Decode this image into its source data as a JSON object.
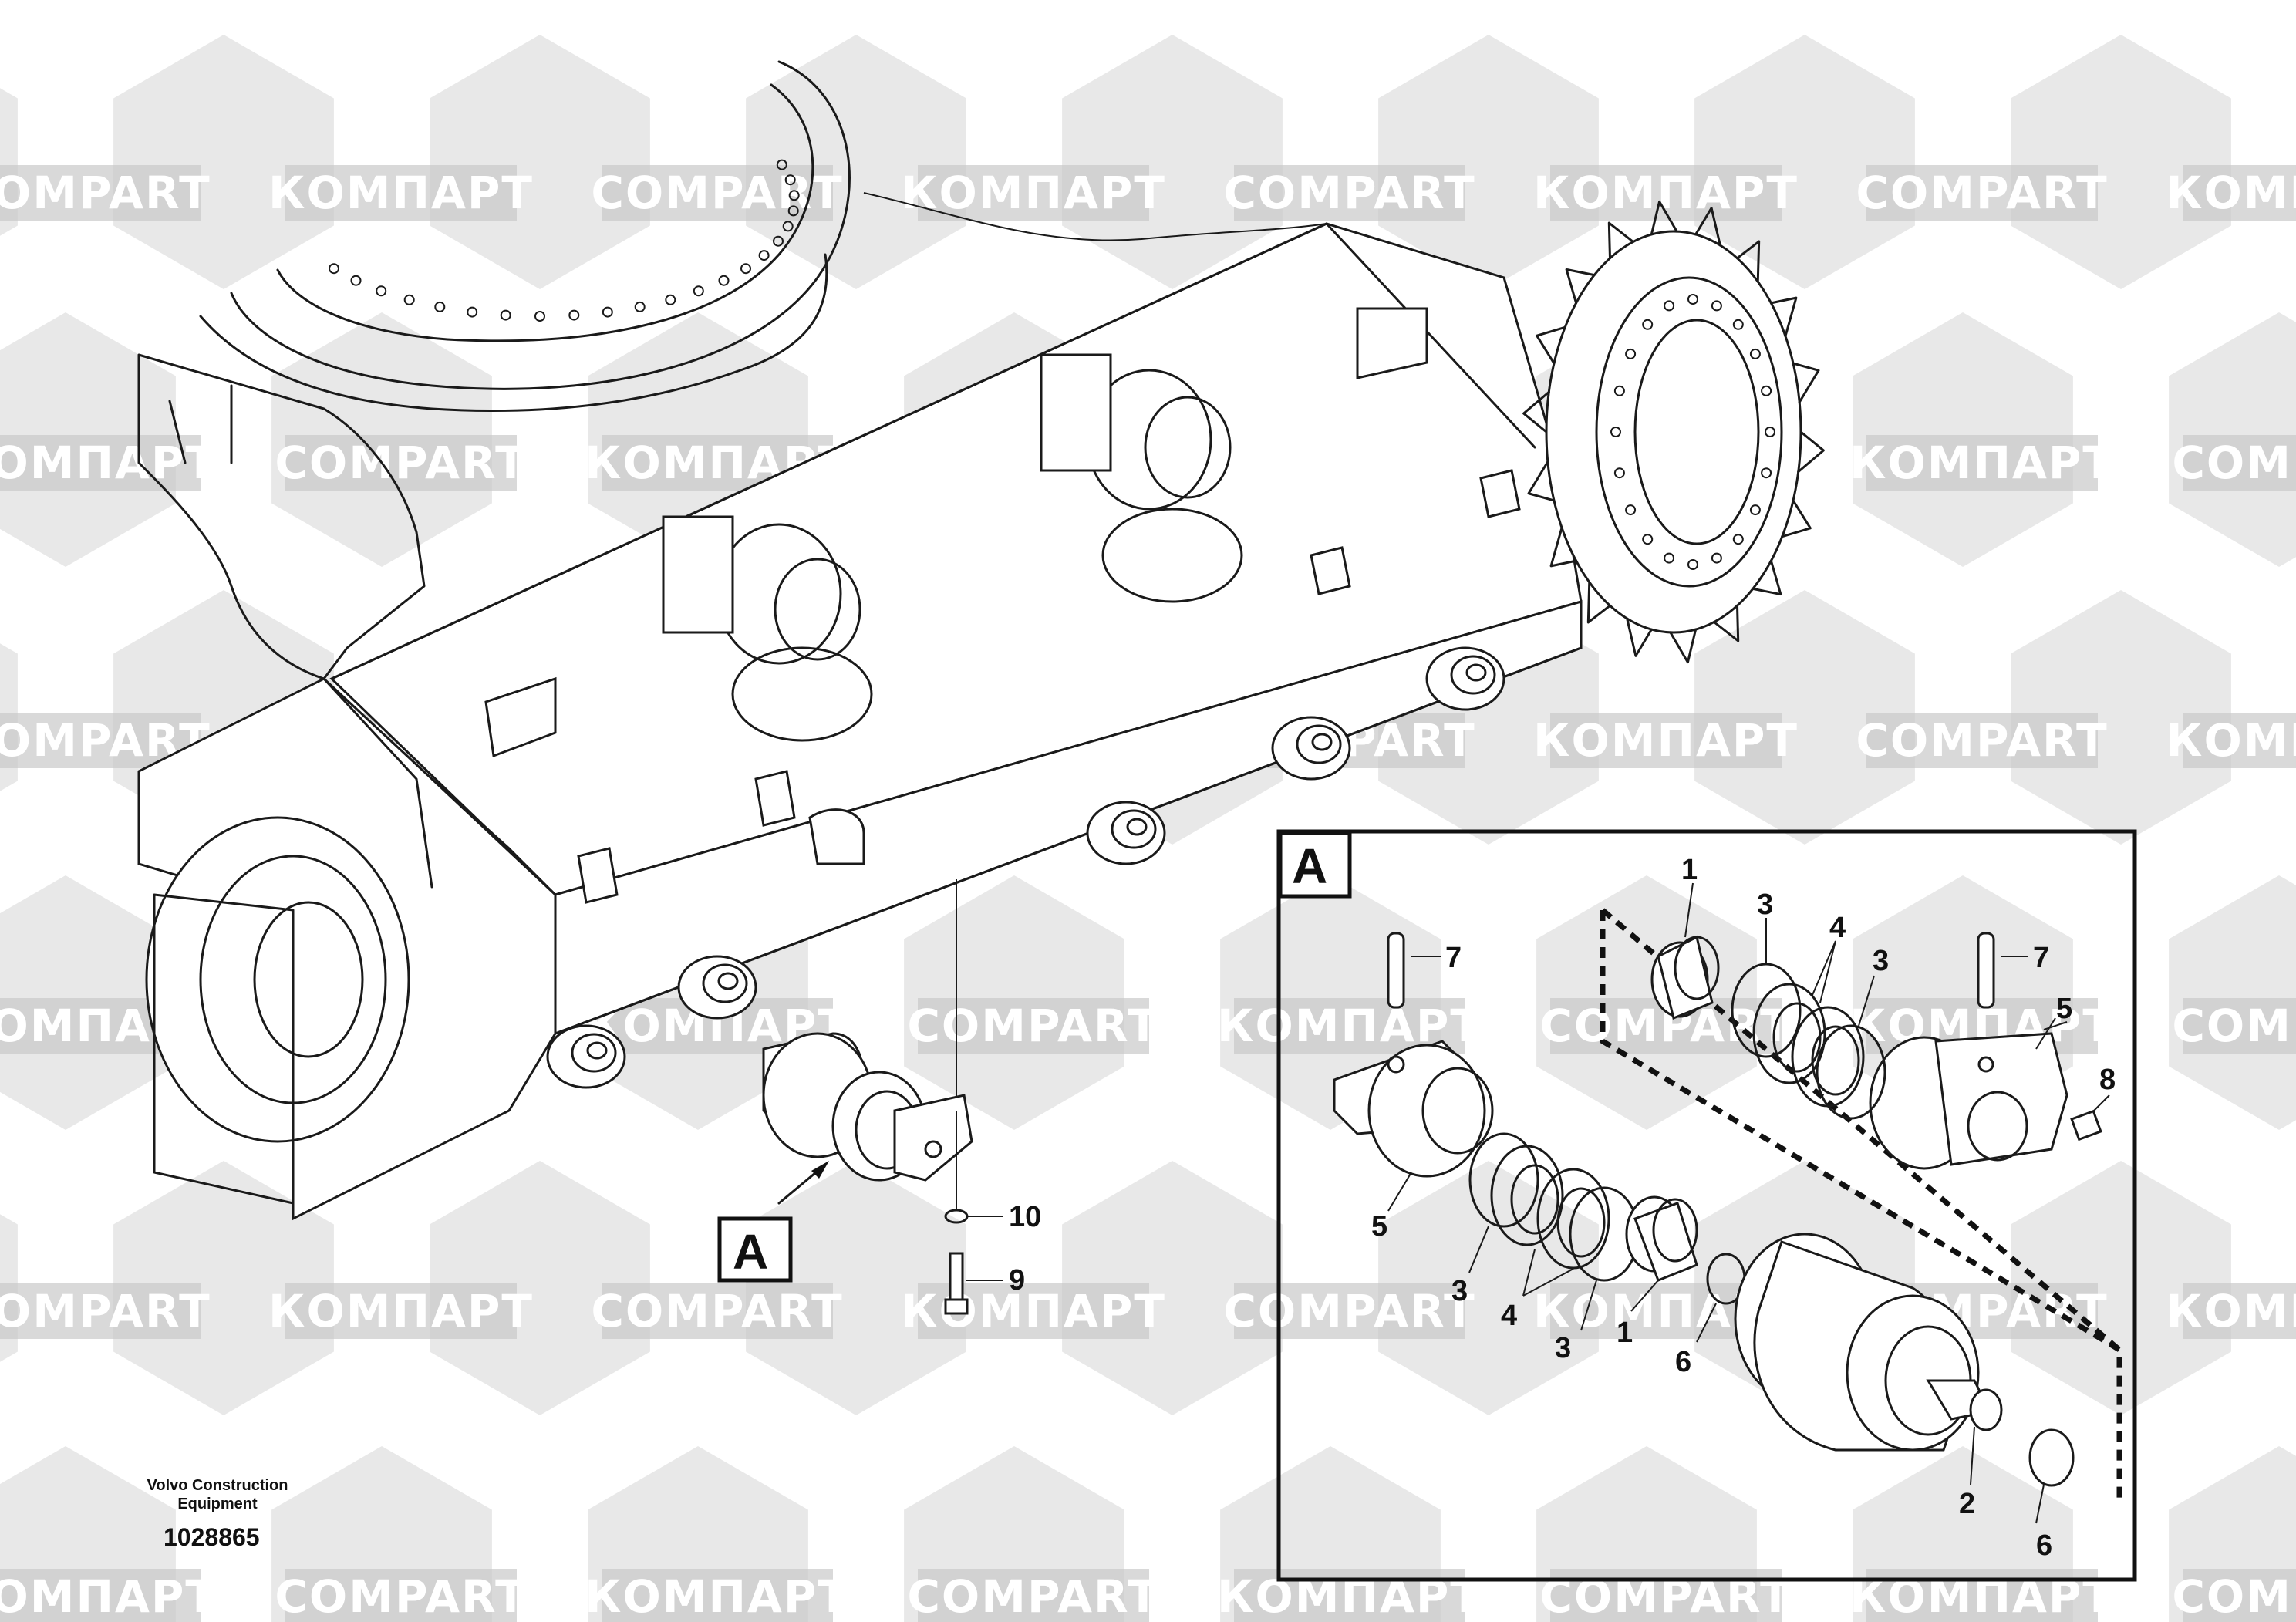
{
  "watermarks": {
    "latin": "COMPART",
    "cyrillic": "КОМПАРТ",
    "color": "#d6d6d6"
  },
  "caption": {
    "company_line1": "Volvo Construction",
    "company_line2": "Equipment",
    "document_number": "1028865"
  },
  "detail": {
    "label": "A",
    "overview_label": "A"
  },
  "callouts": {
    "main_10": "10",
    "main_9": "9",
    "d_1_top": "1",
    "d_3_top_left": "3",
    "d_4_top": "4",
    "d_3_top_right": "3",
    "d_7_left": "7",
    "d_7_right": "7",
    "d_5_right": "5",
    "d_8": "8",
    "d_5_left": "5",
    "d_3_bottom_left": "3",
    "d_4_bottom": "4",
    "d_3_bottom_mid": "3",
    "d_1_bottom": "1",
    "d_6_mid": "6",
    "d_2": "2",
    "d_6_bottom": "6"
  }
}
